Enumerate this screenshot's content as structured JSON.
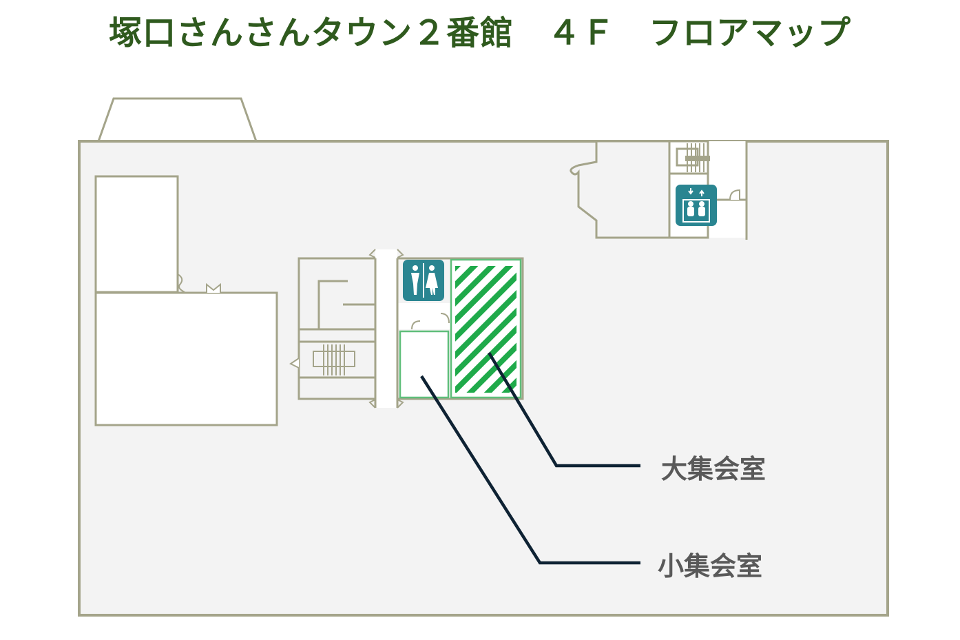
{
  "title": "塚口さんさんタウン２番館　４Ｆ　フロアマップ",
  "colors": {
    "title": "#2f5a1e",
    "wall": "#a4a48a",
    "floor": "#f3f3f3",
    "room": "#ffffff",
    "highlight_green": "#1faa4a",
    "icon_teal": "#2a8591",
    "leader_line": "#0e2233",
    "label_text": "#595959"
  },
  "icons": {
    "restroom": "restroom-icon",
    "elevator": "elevator-icon",
    "stairs": "stairs-icon"
  },
  "rooms": [
    {
      "id": "large",
      "label": "大集会室",
      "style": "green-hatched"
    },
    {
      "id": "small",
      "label": "小集会室",
      "style": "green-outline"
    }
  ]
}
